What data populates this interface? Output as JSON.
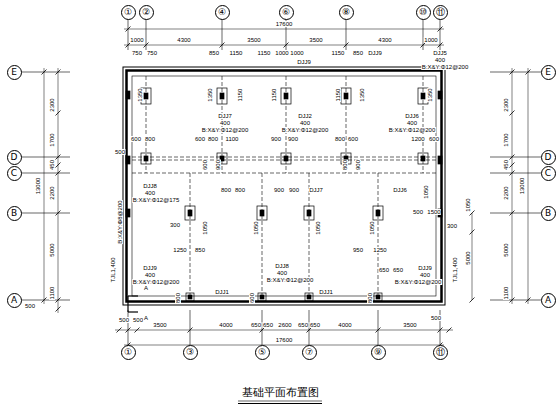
{
  "diagram": {
    "title": "基础平面布置图",
    "nodes": [
      {
        "text": [
          "①"
        ]
      },
      {
        "text": [
          "②"
        ]
      },
      {
        "text": [
          "④"
        ]
      },
      {
        "text": [
          "⑥"
        ]
      },
      {
        "text": [
          "⑧"
        ]
      },
      {
        "text": [
          "⑩"
        ]
      },
      {
        "text": [
          "⑪"
        ]
      },
      {
        "text": [
          "E"
        ]
      },
      {
        "text": [
          "E"
        ]
      },
      {
        "text": [
          "D"
        ]
      },
      {
        "text": [
          "D"
        ]
      },
      {
        "text": [
          "C"
        ]
      },
      {
        "text": [
          "C"
        ]
      },
      {
        "text": [
          "B"
        ]
      },
      {
        "text": [
          "B"
        ]
      },
      {
        "text": [
          "A"
        ]
      },
      {
        "text": [
          "A"
        ]
      },
      {
        "text": [
          "①"
        ]
      },
      {
        "text": [
          "③"
        ]
      },
      {
        "text": [
          "⑤"
        ]
      },
      {
        "text": [
          "⑦"
        ]
      },
      {
        "text": [
          "⑨"
        ]
      },
      {
        "text": [
          "⑪"
        ]
      }
    ],
    "labels": [
      "17600",
      "1000",
      "4300",
      "3500",
      "3500",
      "4300",
      "1000",
      "750",
      "750",
      "850",
      "1150",
      "1150",
      "1000",
      "1000",
      "1150",
      "850",
      "DJJ9",
      "DJJ9",
      "DJJ5",
      "400",
      "B:X&Y:Φ12@200",
      "1350",
      "1350",
      "1150",
      "1150",
      "1150",
      "1350",
      "1350",
      "DJJ7",
      "400",
      "B:X&Y:Φ12@200",
      "DJJ2",
      "400",
      "B:X&Y:Φ12@200",
      "DJJ6",
      "400",
      "B:X&Y:Φ12@200",
      "600",
      "800",
      "600",
      "800",
      "1100",
      "900",
      "900",
      "800",
      "600",
      "1200",
      "600",
      "500",
      "600",
      "900",
      "800",
      "900",
      "DJJ8",
      "400",
      "B:X&Y:Φ12@175",
      "800",
      "800",
      "900",
      "900",
      "DJJ7",
      "DJJ6",
      "1050",
      "1050",
      "1050",
      "1050",
      "1050",
      "500",
      "1500",
      "300",
      "300",
      "1250",
      "850",
      "950",
      "1250",
      "TJL1,400",
      "B:X&Y:Φ8@200",
      "TJL1,400",
      "DJJ9",
      "400",
      "B:X&Y:Φ12@200",
      "DJJ8",
      "400",
      "B:X&Y:Φ12@200",
      "DJJ9",
      "400",
      "B:X&Y:Φ12@200",
      "650",
      "650",
      "DJJ1",
      "DJJ1",
      "800",
      "600",
      "800",
      "650",
      "650",
      "650",
      "650",
      "500",
      "500",
      "3500",
      "4000",
      "2600",
      "4000",
      "3500",
      "500",
      "17600",
      "2300",
      "1700",
      "450",
      "2200",
      "5000",
      "1100",
      "13000",
      "500",
      "2300",
      "1700",
      "450",
      "2200",
      "5000",
      "1100",
      "13000",
      "5000",
      "1050",
      "A",
      "A"
    ]
  }
}
